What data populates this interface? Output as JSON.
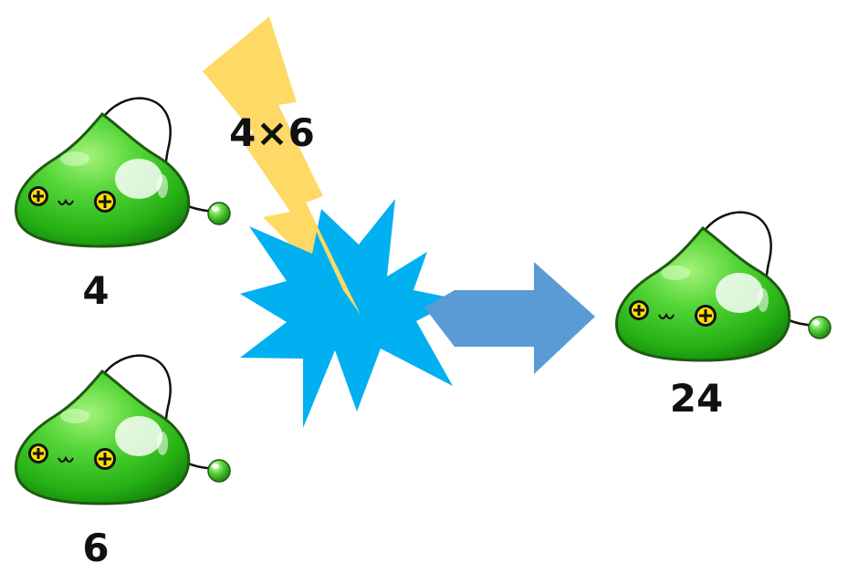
{
  "slimes": [
    {
      "label": "4",
      "icon": "green-slime-icon"
    },
    {
      "label": "6",
      "icon": "green-slime-icon"
    },
    {
      "label": "24",
      "icon": "green-slime-icon"
    }
  ],
  "operation": {
    "label": "4×6",
    "icon": "lightning-bolt-icon"
  },
  "burst": {
    "icon": "explosion-burst-icon"
  },
  "arrow": {
    "icon": "right-arrow-icon"
  },
  "colors": {
    "slime_body": "#3cc828",
    "slime_highlight": "#b8f49c",
    "slime_outline": "#1f5a12",
    "eye_fill": "#ffe000",
    "lightning": "#ffd966",
    "burst": "#00b0f0",
    "arrow": "#5b9bd5",
    "text": "#111111",
    "background": "#ffffff"
  }
}
